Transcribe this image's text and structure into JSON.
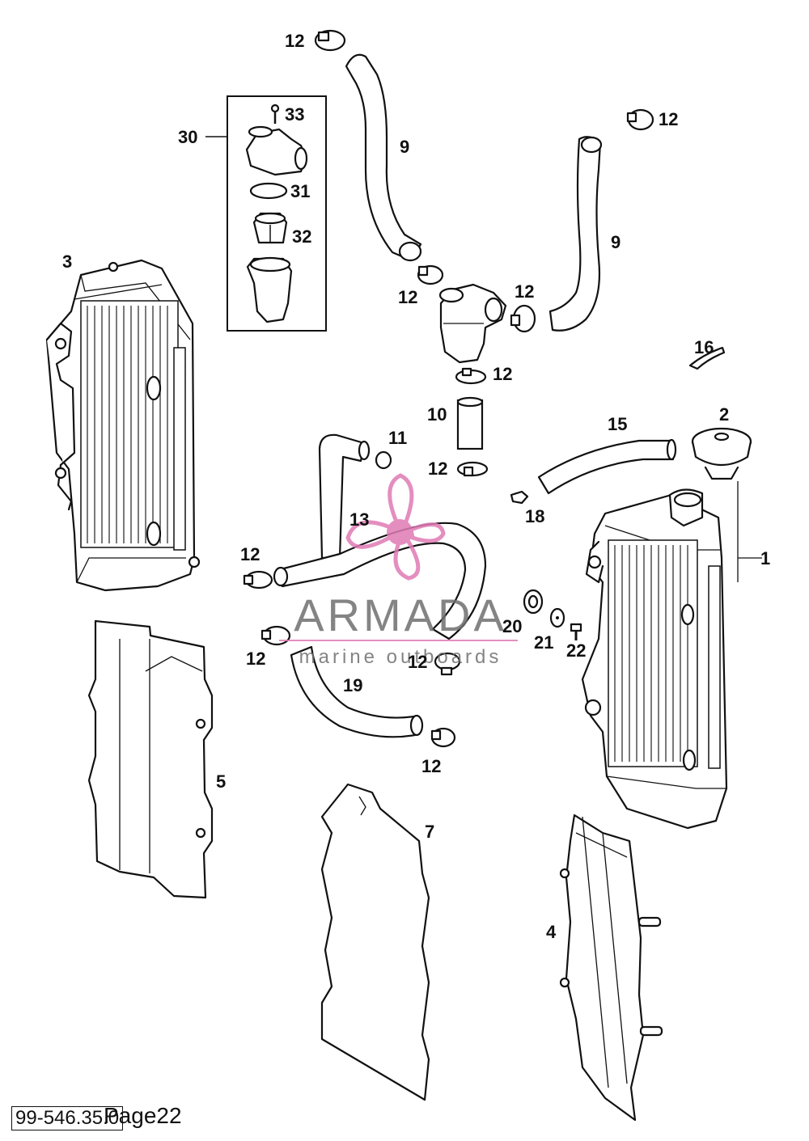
{
  "callouts": {
    "c1": "1",
    "c2": "2",
    "c3": "3",
    "c4": "4",
    "c5": "5",
    "c7": "7",
    "c9": "9",
    "c10": "10",
    "c11": "11",
    "c12": "12",
    "c13": "13",
    "c15": "15",
    "c16": "16",
    "c18": "18",
    "c19": "19",
    "c20": "20",
    "c21": "21",
    "c22": "22",
    "c30": "30",
    "c31": "31",
    "c32": "32",
    "c33": "33"
  },
  "watermark": {
    "brand": "ARMADA",
    "tagline": "marine outboards",
    "accent_color": "#e07bb5"
  },
  "footer": {
    "code": "99-546.35.0",
    "page": "Page22"
  }
}
